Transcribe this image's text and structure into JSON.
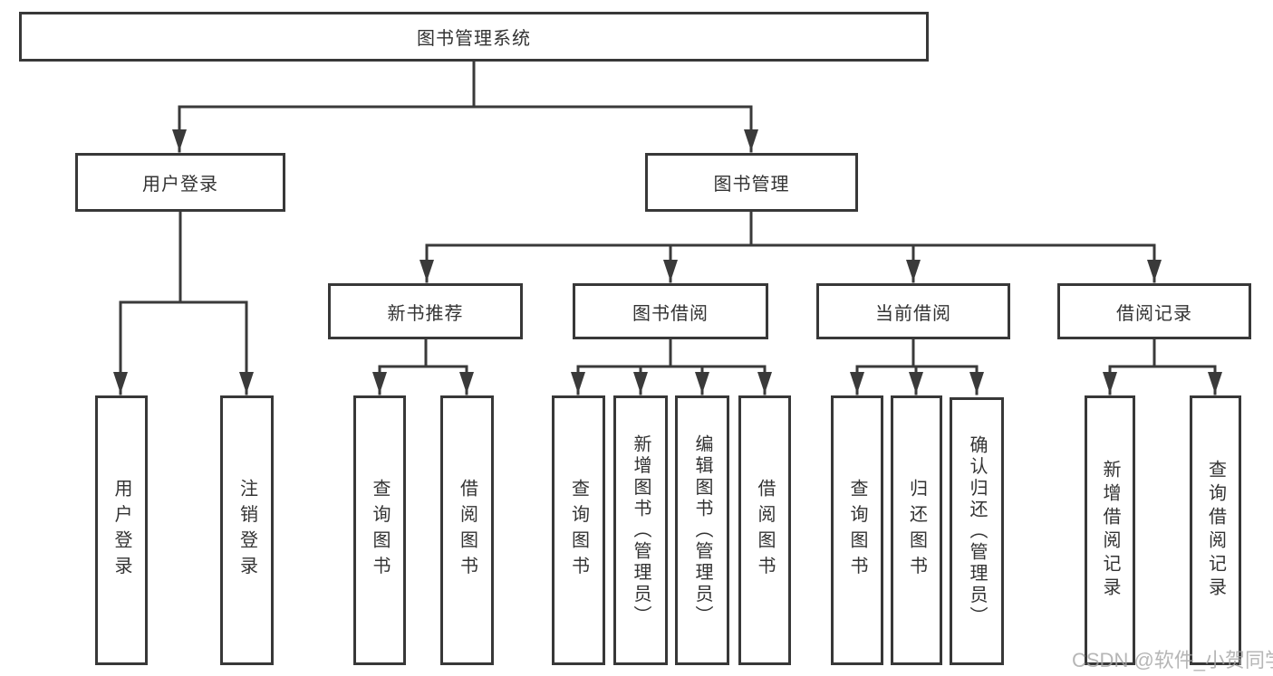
{
  "tree": {
    "root": "图书管理系统",
    "level1": [
      {
        "label": "用户登录"
      },
      {
        "label": "图书管理"
      }
    ],
    "level2": [
      {
        "label": "新书推荐"
      },
      {
        "label": "图书借阅"
      },
      {
        "label": "当前借阅"
      },
      {
        "label": "借阅记录"
      }
    ],
    "leaves": {
      "login": [
        "用户登录",
        "注销登录"
      ],
      "recommend": [
        "查询图书",
        "借阅图书"
      ],
      "borrow": [
        "查询图书",
        "新增图书（管理员）",
        "编辑图书（管理员）",
        "借阅图书"
      ],
      "current": [
        "查询图书",
        "归还图书",
        "确认归还（管理员）"
      ],
      "records": [
        "新增借阅记录",
        "查询借阅记录"
      ]
    }
  },
  "colors": {
    "line": "#3a3a3a",
    "box_border": "#383838",
    "text": "#333333",
    "watermark": "#a4a4a4",
    "background": "#ffffff"
  },
  "watermark": "CSDN @软件_小贺同学"
}
